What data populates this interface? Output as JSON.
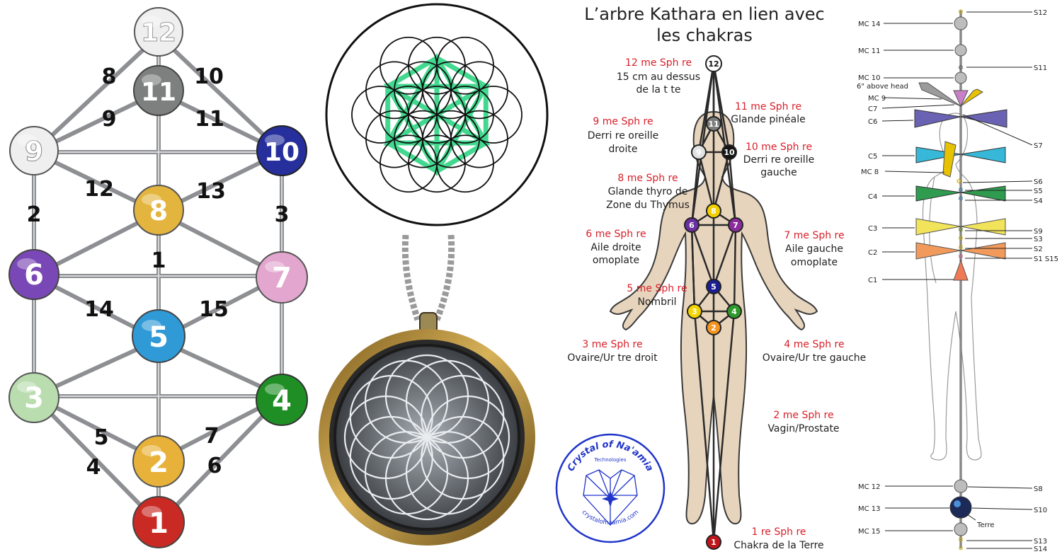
{
  "tree": {
    "spheres": [
      {
        "id": "1",
        "color": "#c92a24"
      },
      {
        "id": "2",
        "color": "#e8b23a"
      },
      {
        "id": "3",
        "color": "#b9ddae"
      },
      {
        "id": "4",
        "color": "#1f8f25"
      },
      {
        "id": "5",
        "color": "#2f9ad6"
      },
      {
        "id": "6",
        "color": "#7a48b6"
      },
      {
        "id": "7",
        "color": "#e2a6cf"
      },
      {
        "id": "8",
        "color": "#e4b53e"
      },
      {
        "id": "9",
        "color": "#efefef"
      },
      {
        "id": "10",
        "color": "#262f9c"
      },
      {
        "id": "11",
        "color": "#7d807e"
      },
      {
        "id": "12",
        "color": "#efefef"
      }
    ],
    "path_labels": [
      "1",
      "2",
      "3",
      "4",
      "5",
      "6",
      "7",
      "8",
      "9",
      "10",
      "11",
      "12",
      "13",
      "14",
      "15"
    ]
  },
  "kathara": {
    "title_line1": "L’arbre Kathara en lien avec",
    "title_line2": "les chakras",
    "labels": [
      {
        "title": "12 me Sph re",
        "desc": [
          "15 cm au dessus",
          "de la t te"
        ]
      },
      {
        "title": "11 me Sph re",
        "desc": [
          "Glande pinéale"
        ]
      },
      {
        "title": "9 me Sph re",
        "desc": [
          "Derri re oreille",
          "droite"
        ]
      },
      {
        "title": "10 me Sph re",
        "desc": [
          "Derri re oreille",
          "gauche"
        ]
      },
      {
        "title": "8 me Sph re",
        "desc": [
          "Glande thyro de",
          "Zone du Thymus"
        ]
      },
      {
        "title": "6 me Sph re",
        "desc": [
          "Aile droite",
          "omoplate"
        ]
      },
      {
        "title": "7 me Sph re",
        "desc": [
          "Aile gauche",
          "omoplate"
        ]
      },
      {
        "title": "5 me Sph re",
        "desc": [
          "Nombril"
        ]
      },
      {
        "title": "3 me Sph re",
        "desc": [
          "Ovaire/Ur tre droit"
        ]
      },
      {
        "title": "4 me Sph re",
        "desc": [
          "Ovaire/Ur tre gauche"
        ]
      },
      {
        "title": "2 me Sph re",
        "desc": [
          "Vagin/Prostate"
        ]
      },
      {
        "title": "1 re Sph re",
        "desc": [
          "Chakra de la Terre"
        ]
      }
    ]
  },
  "logo": {
    "name": "Crystal of Na'amia",
    "sub": "Technologies",
    "url": "crystalofnaamia.com"
  },
  "figure": {
    "left_labels": [
      "MC 14",
      "MC 11",
      "MC 10",
      "6\" above head",
      "MC 9",
      "C7",
      "C6",
      "C5",
      "MC 8",
      "C4",
      "C3",
      "C2",
      "C1",
      "MC 12",
      "MC 13",
      "MC 15"
    ],
    "right_labels": [
      "S12",
      "S11",
      "S7",
      "S6",
      "S5",
      "S4",
      "S9",
      "S3",
      "S2",
      "S1 S15",
      "S8",
      "S10",
      "Terre",
      "S13",
      "S14"
    ]
  }
}
